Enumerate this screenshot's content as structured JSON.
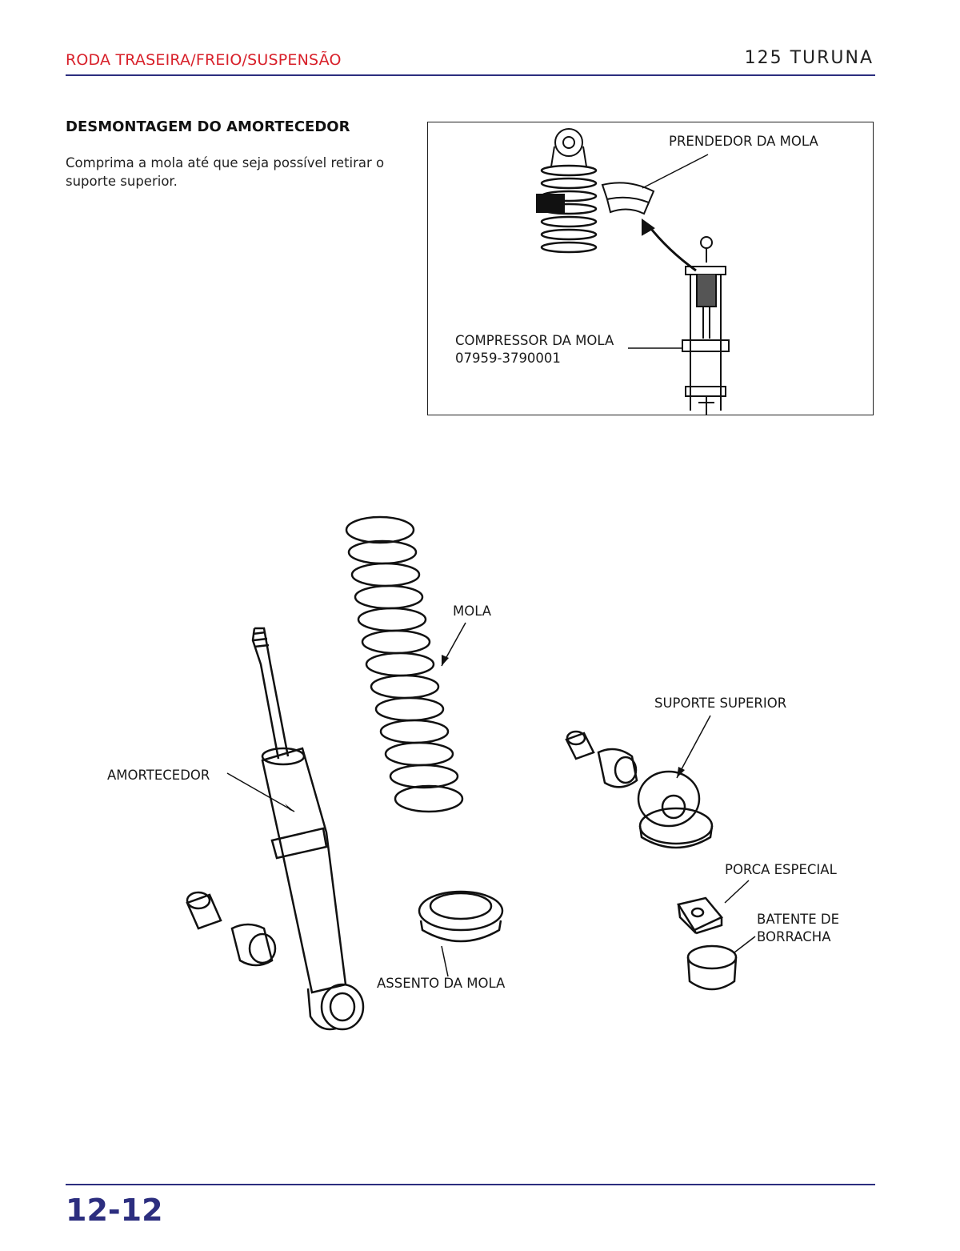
{
  "header": {
    "section": "RODA TRASEIRA/FREIO/SUSPENSÃO",
    "model": "125 TURUNA"
  },
  "content": {
    "title": "DESMONTAGEM DO AMORTECEDOR",
    "text": "Comprima a mola até que seja possível retirar o suporte superior."
  },
  "figure_top": {
    "label_retainer": "PRENDEDOR DA MOLA",
    "label_compressor": "COMPRESSOR DA MOLA",
    "tool_number": "07959-3790001"
  },
  "figure_exploded": {
    "label_spring": "MOLA",
    "label_upper_mount": "SUPORTE SUPERIOR",
    "label_damper": "AMORTECEDOR",
    "label_special_nut": "PORCA ESPECIAL",
    "label_rubber_stop_line1": "BATENTE DE",
    "label_rubber_stop_line2": "BORRACHA",
    "label_spring_seat": "ASSENTO DA MOLA"
  },
  "footer": {
    "page_number": "12-12"
  },
  "colors": {
    "header_red": "#d8202a",
    "rule_blue": "#2c2e7f"
  }
}
